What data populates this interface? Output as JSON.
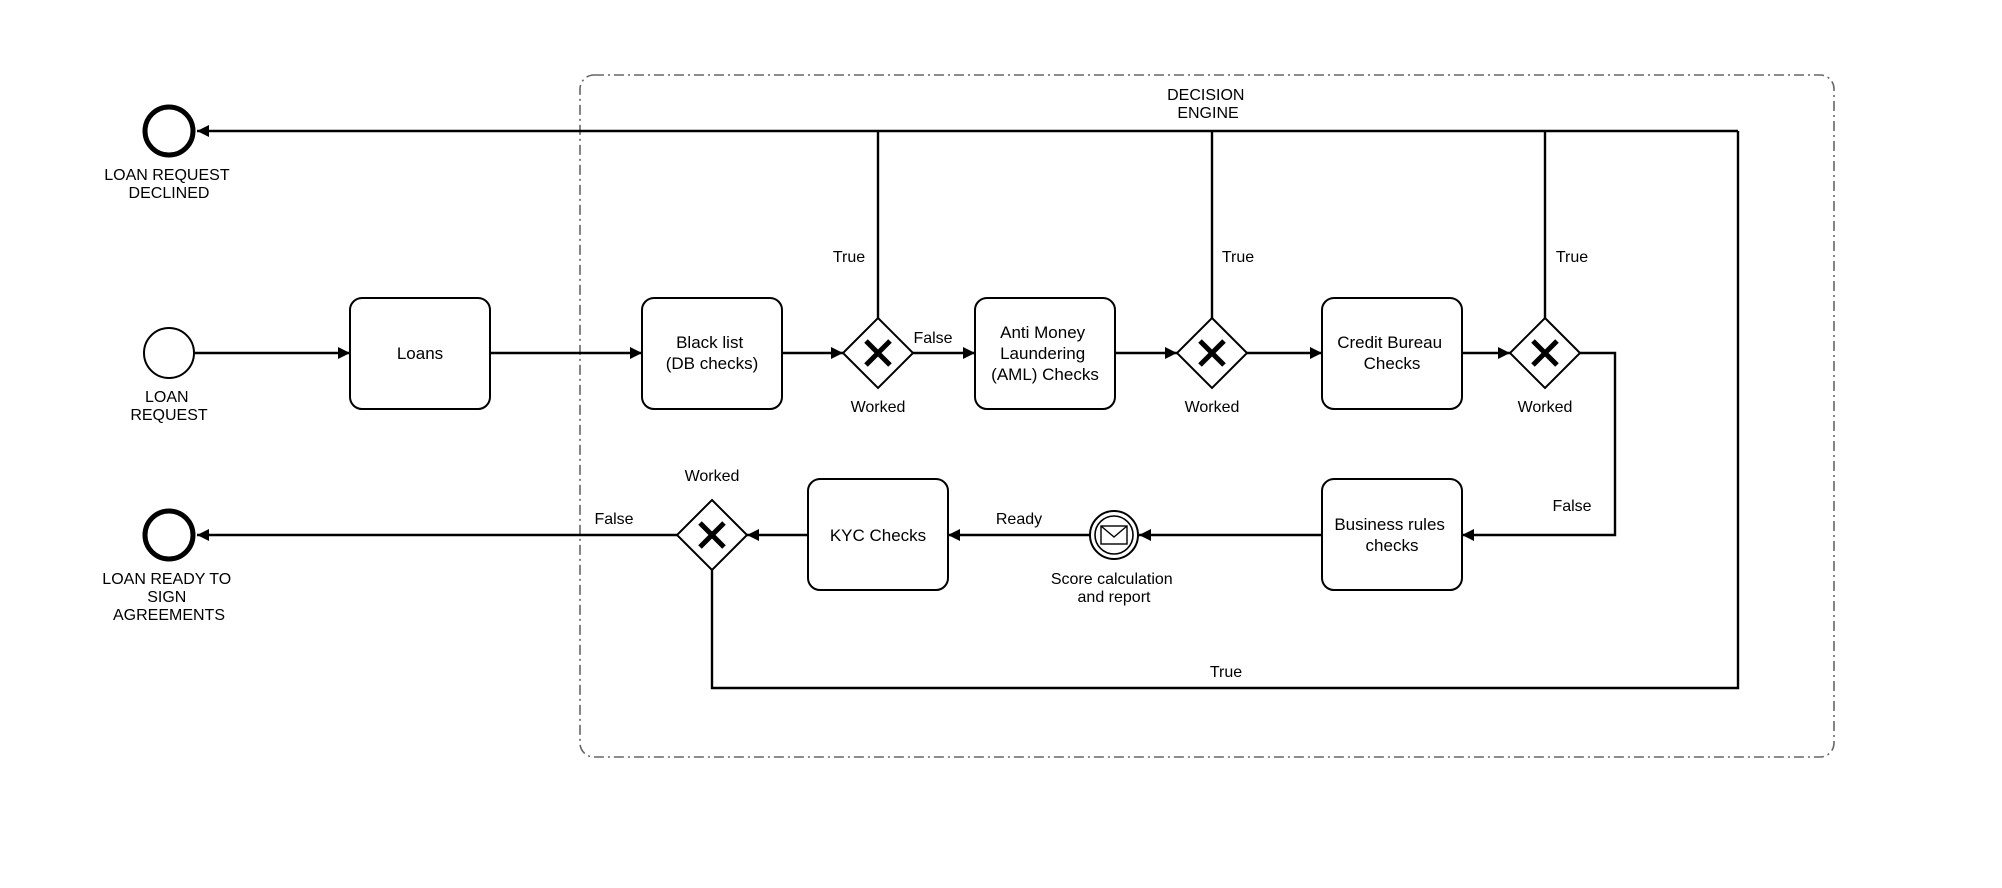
{
  "group": {
    "label": [
      "DECISION",
      "ENGINE"
    ]
  },
  "events": {
    "start": {
      "label": [
        "LOAN",
        "REQUEST"
      ]
    },
    "declined": {
      "label": [
        "LOAN REQUEST",
        "DECLINED"
      ]
    },
    "ready": {
      "label": [
        "LOAN READY TO",
        "SIGN",
        "AGREEMENTS"
      ]
    }
  },
  "tasks": {
    "loans": [
      "Loans"
    ],
    "blacklist": [
      "Black list",
      "(DB checks)"
    ],
    "aml": [
      "Anti Money",
      "Laundering",
      "(AML) Checks"
    ],
    "credit": [
      "Credit Bureau",
      "Checks"
    ],
    "business": [
      "Business rules",
      "checks"
    ],
    "kyc": [
      "KYC Checks"
    ]
  },
  "gateways": {
    "g1": {
      "label": "Worked"
    },
    "g2": {
      "label": "Worked"
    },
    "g3": {
      "label": "Worked"
    },
    "g4": {
      "label": "Worked"
    }
  },
  "intermediate_event": {
    "label": [
      "Score calculation",
      "and report"
    ]
  },
  "flow_labels": {
    "g1_true": "True",
    "g1_false": "False",
    "g2_true": "True",
    "g3_true": "True",
    "g3_false": "False",
    "ready": "Ready",
    "g4_false": "False",
    "g4_true": "True"
  }
}
